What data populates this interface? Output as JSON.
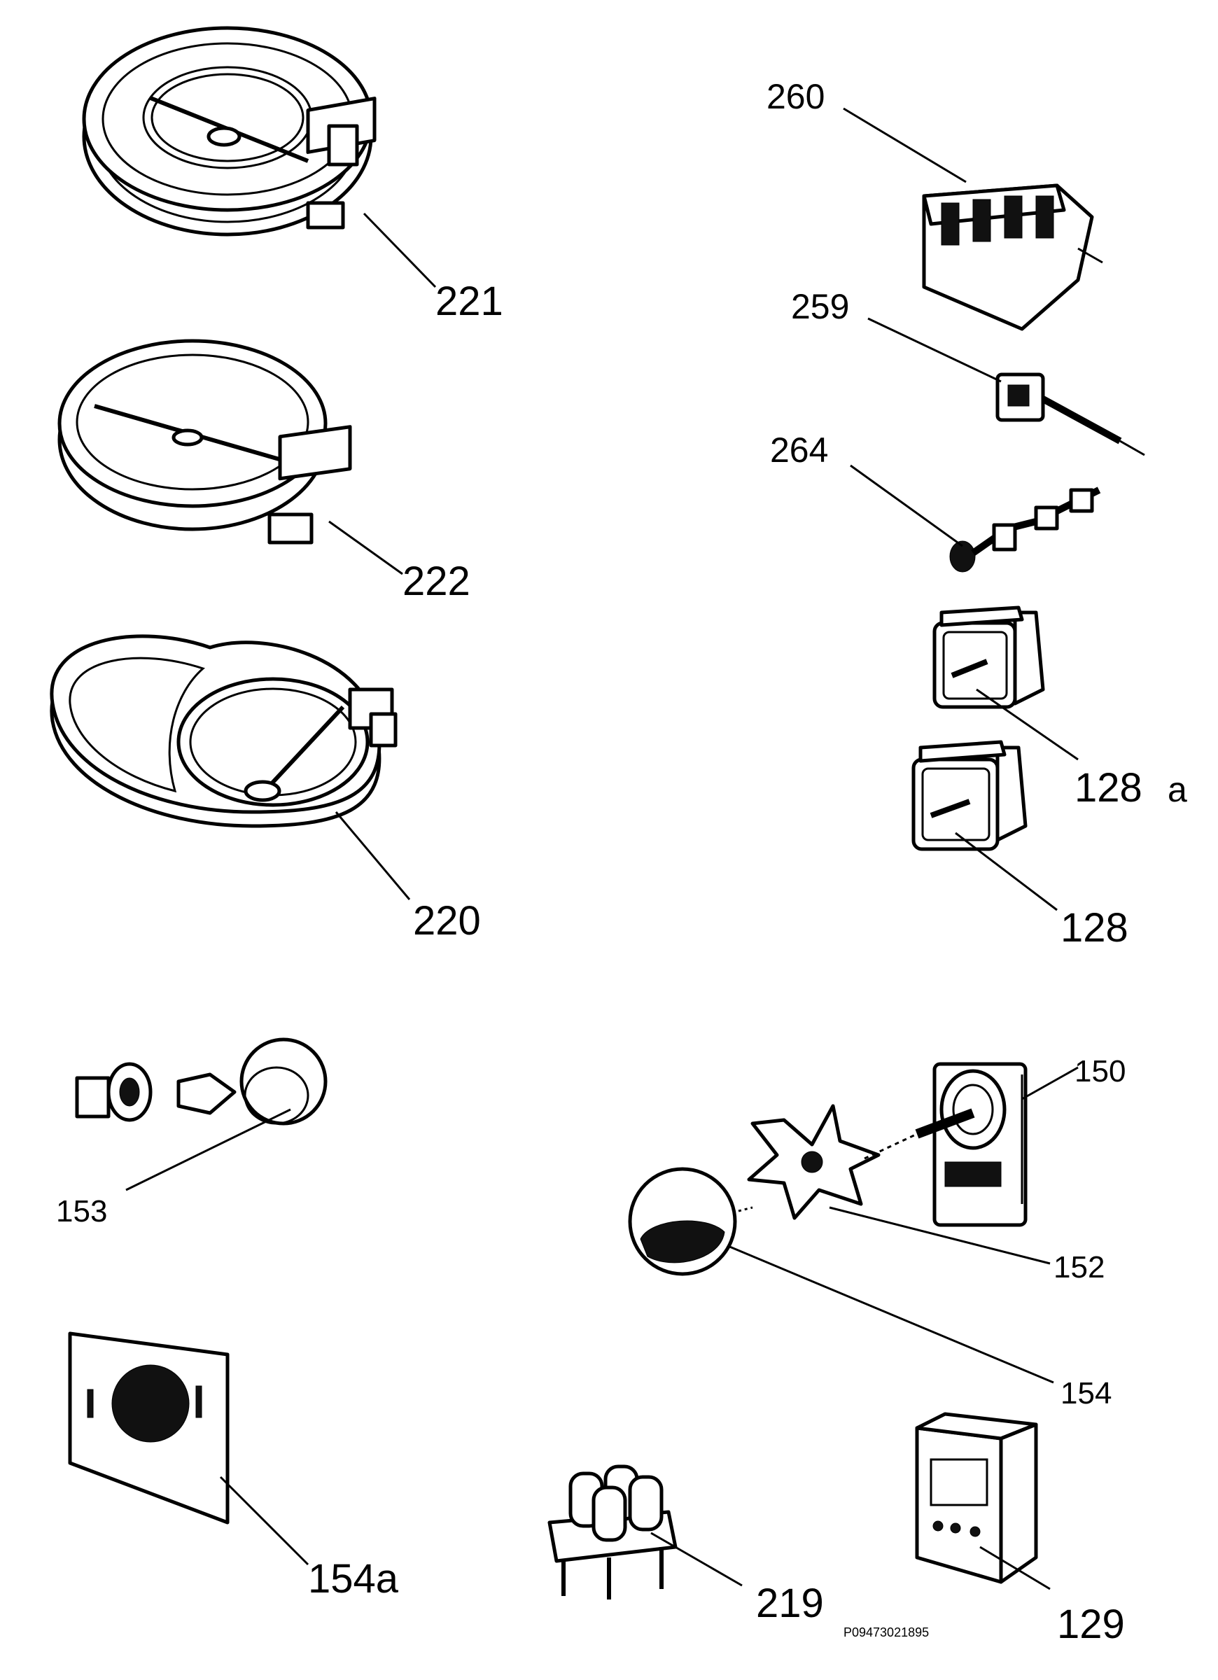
{
  "labels": {
    "p221": "221",
    "p222": "222",
    "p220": "220",
    "p260": "260",
    "p259": "259",
    "p264": "264",
    "p128a_num": "128",
    "p128a_suffix": "a",
    "p128": "128",
    "p153": "153",
    "p150": "150",
    "p152": "152",
    "p154": "154",
    "p154a": "154a",
    "p219": "219",
    "p129": "129"
  },
  "drawing_code": "P09473021895"
}
